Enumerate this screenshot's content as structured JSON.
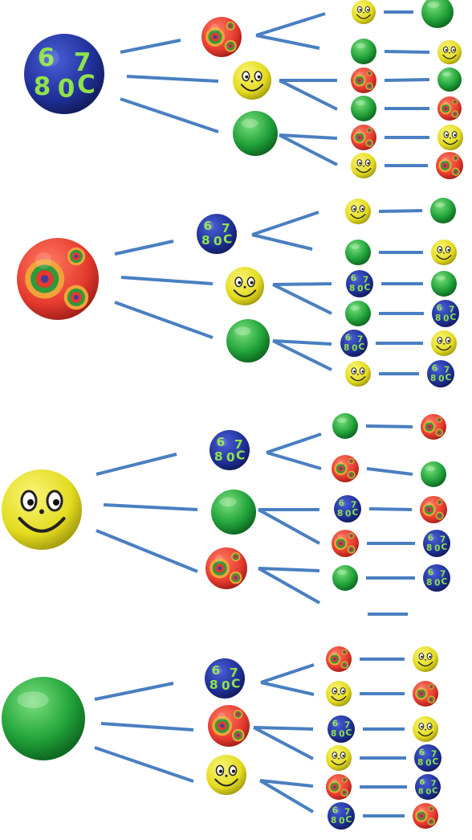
{
  "colors": {
    "line": "#4a7fc1",
    "numbers_ball": "#1f2f97",
    "numbers_text": "#8fe24a",
    "target_ball": "#e53a2e",
    "target_ring_1": "#2f9a3a",
    "target_ring_2": "#f2a23a",
    "smiley_ball": "#e3db1e",
    "green_ball": "#22a33a"
  },
  "ball_types": {
    "N": "numbers-ball",
    "R": "red-target-ball",
    "Y": "yellow-smiley-ball",
    "G": "green-ball"
  },
  "numbers_ball_digits": [
    "6",
    "7",
    "8",
    "0",
    "C"
  ],
  "trees": [
    {
      "root": "N",
      "branches": [
        {
          "ball": "R",
          "pairs": [
            [
              "Y",
              "G"
            ],
            [
              "G",
              "Y"
            ]
          ]
        },
        {
          "ball": "Y",
          "pairs": [
            [
              "R",
              "G"
            ],
            [
              "G",
              "R"
            ]
          ]
        },
        {
          "ball": "G",
          "pairs": [
            [
              "R",
              "Y"
            ],
            [
              "Y",
              "R"
            ]
          ]
        }
      ]
    },
    {
      "root": "R",
      "branches": [
        {
          "ball": "N",
          "pairs": [
            [
              "Y",
              "G"
            ],
            [
              "G",
              "Y"
            ]
          ]
        },
        {
          "ball": "Y",
          "pairs": [
            [
              "N",
              "G"
            ],
            [
              "G",
              "N"
            ]
          ]
        },
        {
          "ball": "G",
          "pairs": [
            [
              "N",
              "Y"
            ],
            [
              "Y",
              "N"
            ]
          ]
        }
      ]
    },
    {
      "root": "Y",
      "branches": [
        {
          "ball": "N",
          "pairs": [
            [
              "G",
              "R"
            ],
            [
              "R",
              "G"
            ]
          ]
        },
        {
          "ball": "G",
          "pairs": [
            [
              "N",
              "R"
            ],
            [
              "R",
              "N"
            ]
          ]
        },
        {
          "ball": "R",
          "pairs": [
            [
              "G",
              "N"
            ],
            [
              null,
              null
            ]
          ]
        }
      ]
    },
    {
      "root": "G",
      "branches": [
        {
          "ball": "N",
          "pairs": [
            [
              "R",
              "Y"
            ],
            [
              "Y",
              "R"
            ]
          ]
        },
        {
          "ball": "R",
          "pairs": [
            [
              "N",
              "Y"
            ],
            [
              "Y",
              "N"
            ]
          ]
        },
        {
          "ball": "Y",
          "pairs": [
            [
              "R",
              "N"
            ],
            [
              "N",
              "R"
            ]
          ]
        }
      ]
    }
  ]
}
